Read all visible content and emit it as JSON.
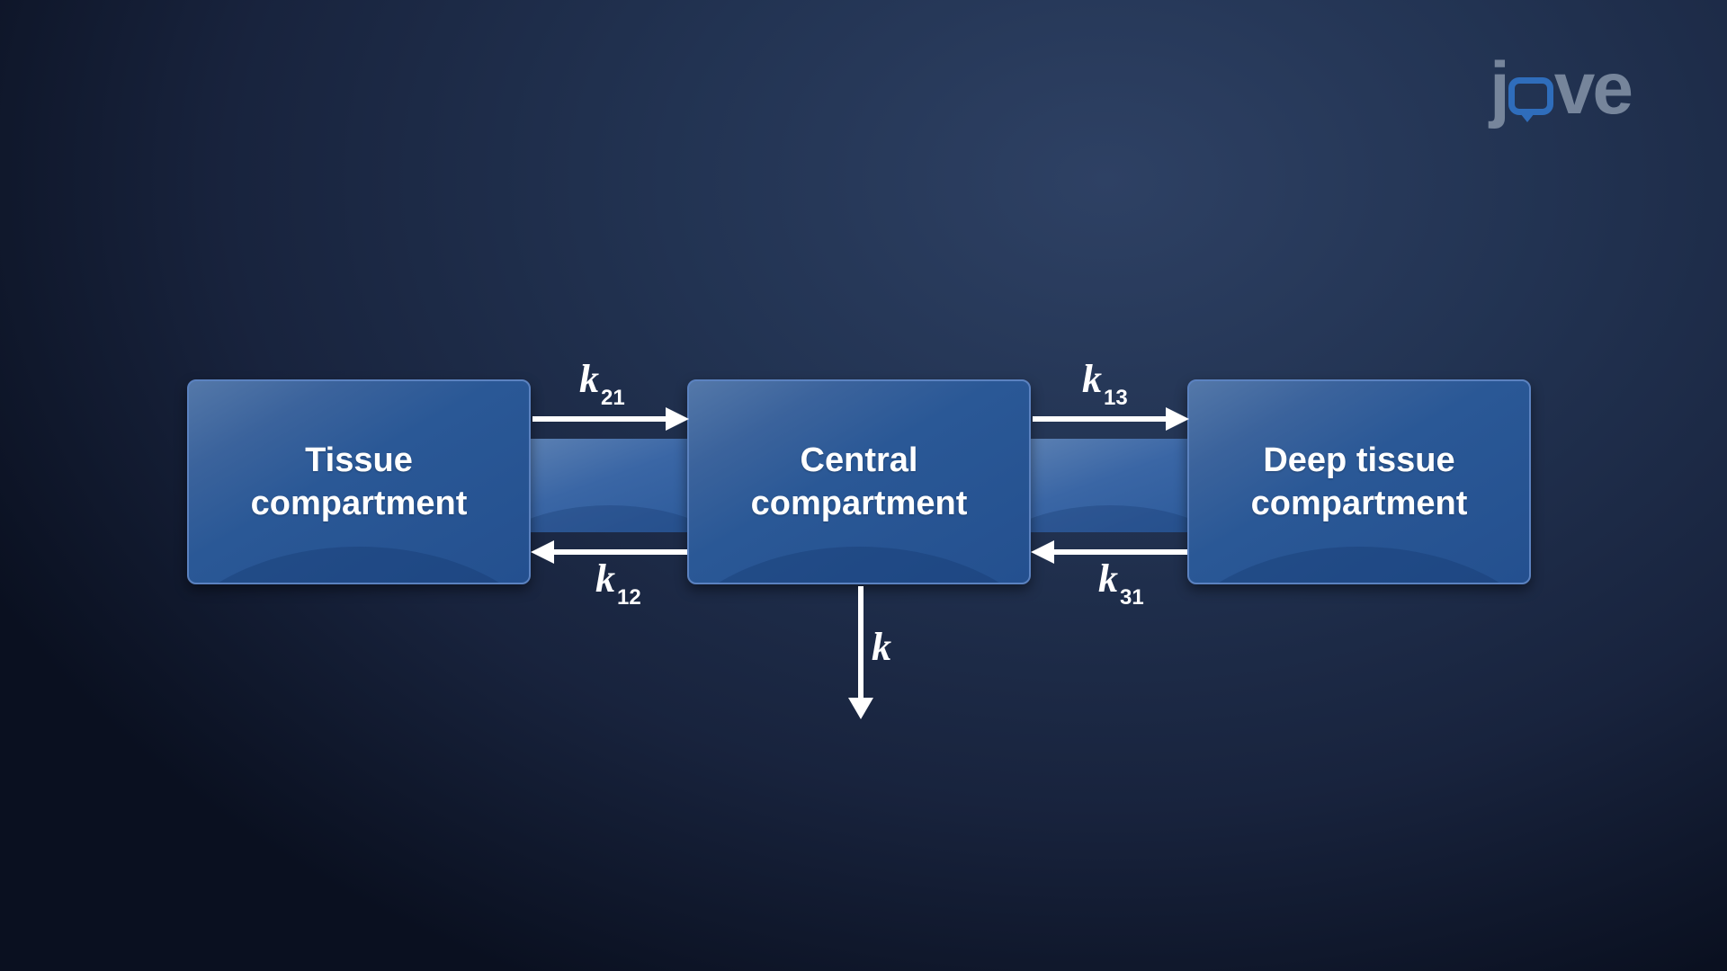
{
  "logo": {
    "text_left": "j",
    "text_right": "ve"
  },
  "compartments": {
    "tissue": "Tissue compartment",
    "central": "Central compartment",
    "deep": "Deep tissue compartment"
  },
  "rates": {
    "k21": {
      "symbol": "k",
      "sub": "21"
    },
    "k12": {
      "symbol": "k",
      "sub": "12"
    },
    "k13": {
      "symbol": "k",
      "sub": "13"
    },
    "k31": {
      "symbol": "k",
      "sub": "31"
    },
    "k": {
      "symbol": "k",
      "sub": ""
    }
  },
  "colors": {
    "background": "#1c2a47",
    "box": "#2a5896",
    "box_border": "#5b82c0",
    "arrow": "#ffffff",
    "logo_text": "#76859b",
    "logo_accent": "#2f6dbb"
  }
}
